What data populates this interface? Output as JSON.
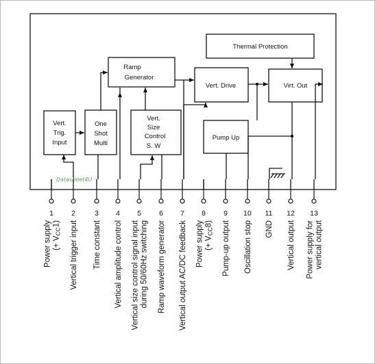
{
  "watermark": "Datasheet4U",
  "blocks": {
    "thermal": "Thermal Protection",
    "ramp": [
      "Ramp",
      "Generator"
    ],
    "vert_drive": "Vert. Drive",
    "virt_out": "Virt. Out",
    "vert_trig": [
      "Vert.",
      "Trig.",
      "Input"
    ],
    "one_shot": [
      "One",
      "Shot",
      "Multi"
    ],
    "size_ctrl": [
      "Vert.",
      "Size",
      "Control",
      "S. W"
    ],
    "pump_up": "Pump Up"
  },
  "pins": [
    {
      "num": "1",
      "label": [
        "Power supply",
        "(+ V",
        "CC",
        "1)"
      ]
    },
    {
      "num": "2",
      "label": [
        "Vertical trigger input"
      ]
    },
    {
      "num": "3",
      "label": [
        "Time constant"
      ]
    },
    {
      "num": "4",
      "label": [
        "Vertical amplitude control"
      ]
    },
    {
      "num": "5",
      "label": [
        "Vertical size control signal input",
        "during 50/60Hz switching"
      ]
    },
    {
      "num": "6",
      "label": [
        "Ramp waveform generator"
      ]
    },
    {
      "num": "7",
      "label": [
        "Vertical output AC/DC feedback"
      ]
    },
    {
      "num": "8",
      "label": [
        "Power supply",
        "(+ V",
        "CC",
        "8)"
      ]
    },
    {
      "num": "9",
      "label": [
        "Pump-up output"
      ]
    },
    {
      "num": "10",
      "label": [
        "Oscillation stop"
      ]
    },
    {
      "num": "11",
      "label": [
        "GND"
      ]
    },
    {
      "num": "12",
      "label": [
        "Vertical output"
      ]
    },
    {
      "num": "13",
      "label": [
        "Power supply for",
        "vertical output"
      ]
    }
  ]
}
